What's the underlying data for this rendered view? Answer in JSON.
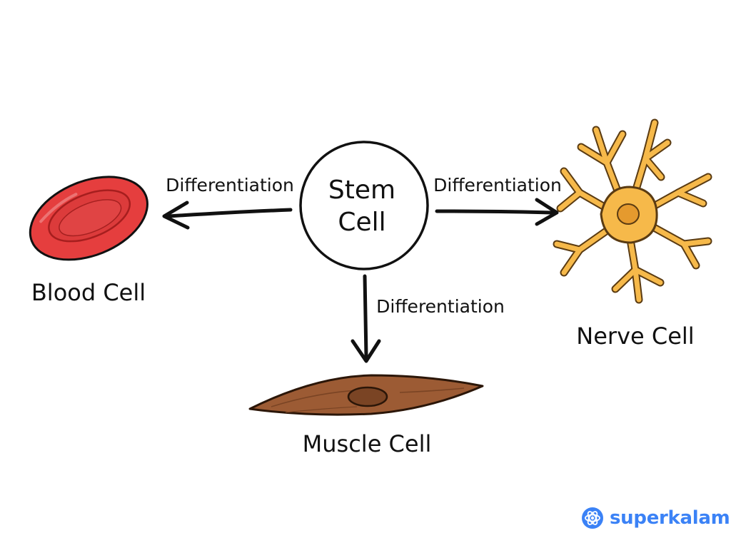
{
  "diagram": {
    "center": {
      "line1": "Stem",
      "line2": "Cell"
    },
    "edges": {
      "left": "Differentiation",
      "right": "Differentiation",
      "down": "Differentiation"
    },
    "nodes": {
      "blood": "Blood Cell",
      "nerve": "Nerve Cell",
      "muscle": "Muscle Cell"
    }
  },
  "colors": {
    "blood_fill": "#e53e3e",
    "blood_dark": "#c53030",
    "nerve_fill": "#f6b94a",
    "nerve_nucleus": "#e59a2e",
    "muscle_fill": "#9c5b34",
    "muscle_nucleus": "#7a4424",
    "ink": "#111111",
    "brand": "#3b82f6"
  },
  "brand": {
    "name": "superkalam",
    "icon": "atom-icon"
  }
}
